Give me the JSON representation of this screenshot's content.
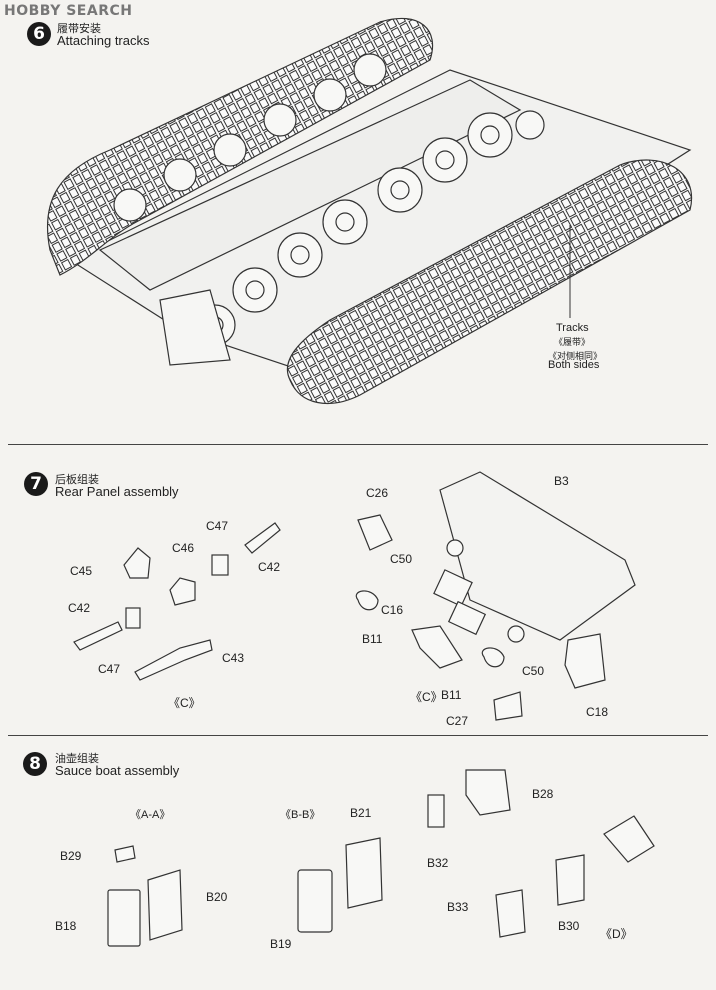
{
  "watermark": "HOBBY SEARCH",
  "steps": [
    {
      "number": "6",
      "title_cn": "履带安装",
      "title_en": "Attaching tracks"
    },
    {
      "number": "7",
      "title_cn": "后板组装",
      "title_en": "Rear Panel assembly"
    },
    {
      "number": "8",
      "title_cn": "油壶组装",
      "title_en": "Sauce boat assembly"
    }
  ],
  "step6": {
    "tracks_en": "Tracks",
    "tracks_cn": "《履带》",
    "both_cn": "《对侧相同》",
    "both_en": "Both sides"
  },
  "step7": {
    "labels": {
      "c45": "C45",
      "c46": "C46",
      "c47a": "C47",
      "c42a": "C42",
      "c42b": "C42",
      "c47b": "C47",
      "c43": "C43",
      "c26": "C26",
      "c50a": "C50",
      "b3": "B3",
      "c16": "C16",
      "b11a": "B11",
      "b11b": "B11",
      "c50b": "C50",
      "c18": "C18",
      "c27": "C27"
    },
    "sprue_c1": "《C》",
    "sprue_c2": "《C》"
  },
  "step8": {
    "section_aa": "《A-A》",
    "section_bb": "《B-B》",
    "labels": {
      "b29": "B29",
      "b20": "B20",
      "b18": "B18",
      "b21": "B21",
      "b19": "B19",
      "b28": "B28",
      "b32": "B32",
      "b33": "B33",
      "b30": "B30"
    },
    "sprue_d": "《D》"
  }
}
